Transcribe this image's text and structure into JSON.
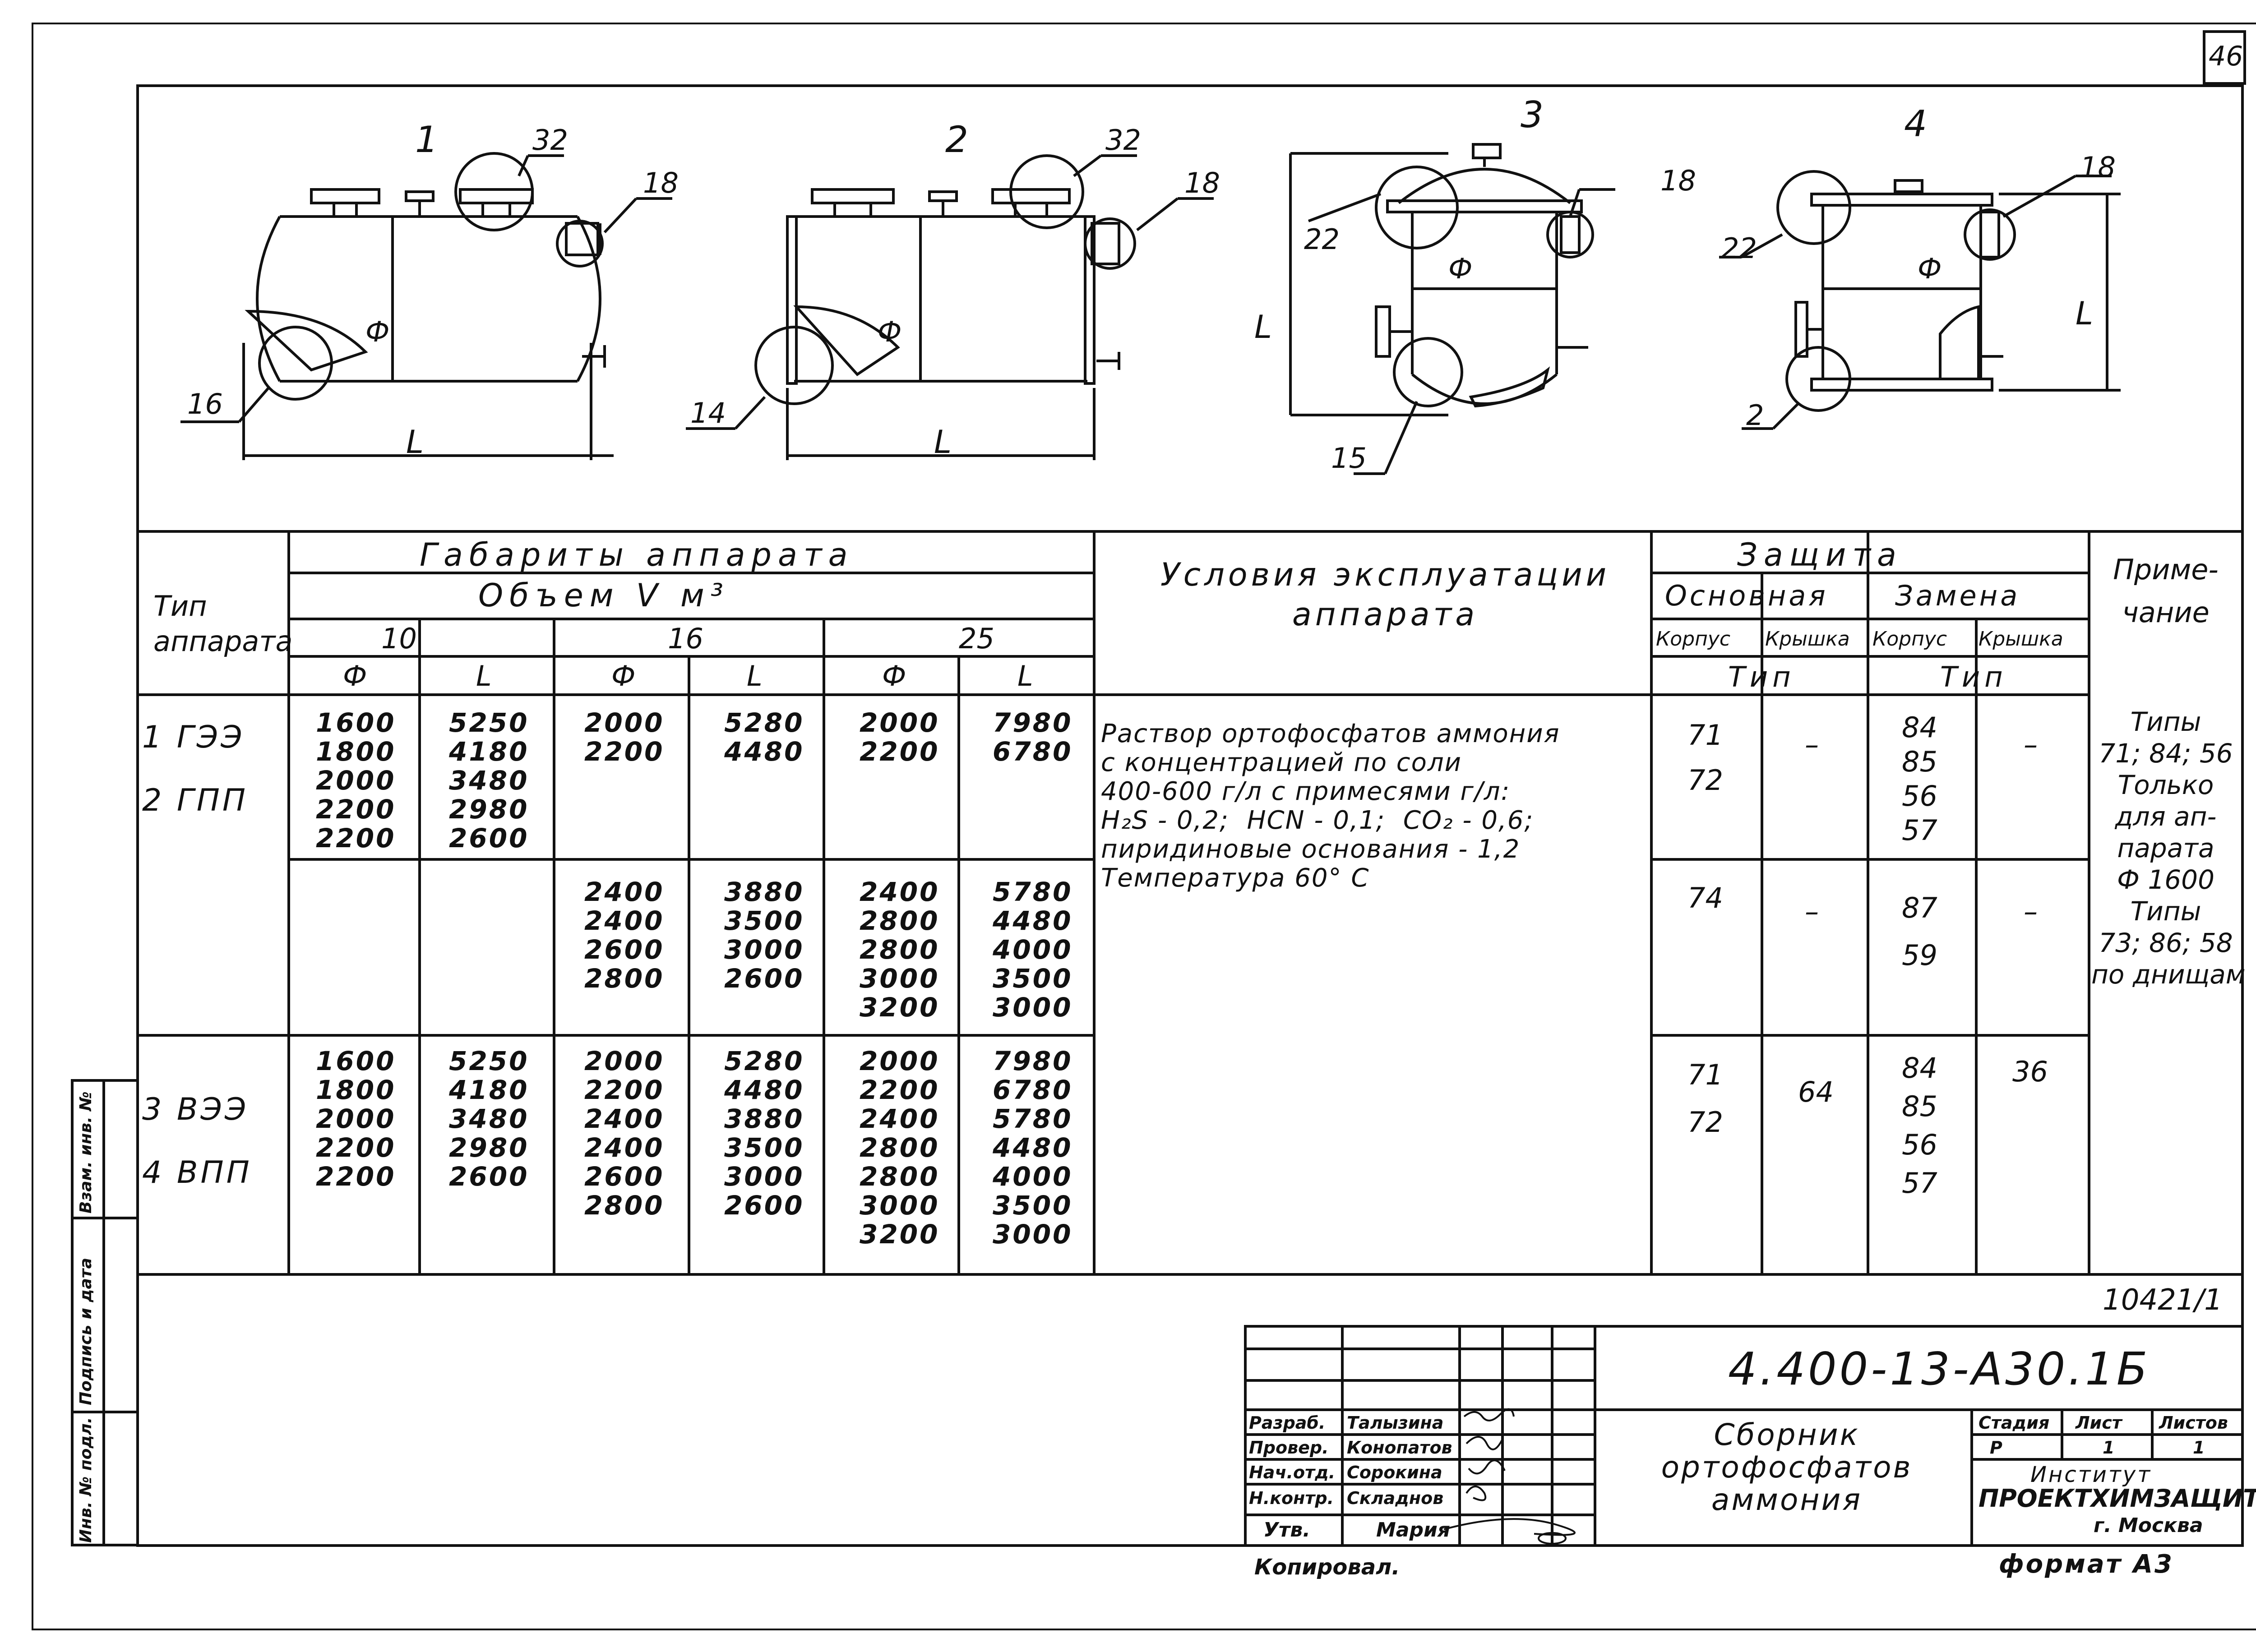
{
  "sheet_number": "46",
  "drawings": {
    "numbers": [
      "1",
      "2",
      "3",
      "4"
    ],
    "callouts": [
      "32",
      "18",
      "16",
      "32",
      "18",
      "14",
      "22",
      "18",
      "15",
      "22",
      "18",
      "2"
    ],
    "dims": [
      "L",
      "L",
      "L",
      "L"
    ],
    "phi": [
      "Ф",
      "Ф",
      "Ф",
      "Ф"
    ]
  },
  "table": {
    "header": {
      "type_label": "Тип аппарата",
      "overall": "Габариты аппарата",
      "volume": "Объем V м³",
      "v10": "10",
      "v16": "16",
      "v25": "25",
      "phi": "Ф",
      "len": "L",
      "conditions": "Условия эксплуатации аппарата",
      "protection": "Защита",
      "main": "Основная",
      "replacement": "Замена",
      "body": "Корпус",
      "lid": "Крышка",
      "type": "Тип",
      "note": "Приме- чание"
    },
    "group1": {
      "types": "1 ГЭЭ\n2 ГПП",
      "phi10": "1600\n1800\n2000\n2200\n2200",
      "l10": "5250\n4180\n3480\n2980\n2600",
      "phi16": "2000\n2200",
      "l16": "5280\n4480",
      "phi25": "2000\n2200",
      "l25": "7980\n6780",
      "main_body": "71\n72",
      "main_lid": "–",
      "rep_body": "84\n85\n56\n57",
      "rep_lid": "–"
    },
    "group2": {
      "phi16": "2400\n2400\n2600\n2800",
      "l16": "3880\n3500\n3000\n2600",
      "phi25": "2400\n2800\n2800\n3000\n3200",
      "l25": "5780\n4480\n4000\n3500\n3000",
      "main_body": "74",
      "main_lid": "–",
      "rep_body": "87\n59",
      "rep_lid": "–"
    },
    "group3": {
      "types": "3 ВЭЭ\n4 ВПП",
      "phi10": "1600\n1800\n2000\n2200\n2200",
      "l10": "5250\n4180\n3480\n2980\n2600",
      "phi16": "2000\n2200\n2400\n2400\n2600\n2800",
      "l16": "5280\n4480\n3880\n3500\n3000\n2600",
      "phi25": "2000\n2200\n2400\n2800\n2800\n3000\n3200",
      "l25": "7980\n6780\n5780\n4480\n4000\n3500\n3000",
      "main_body": "71\n72",
      "main_lid": "64",
      "rep_body": "84\n85\n56\n57",
      "rep_lid": "36"
    },
    "conditions_text": "Раствор ортофосфатов аммония\nс концентрацией по соли\n400-600 г/л с примесями г/л:\nH₂S - 0,2;  HCN - 0,1;  CO₂ - 0,6;\nпиридиновые основания - 1,2\nТемпература 60° С",
    "notes_text": "Типы\n71; 84; 56\nТолько\nдля ап-\nпарата\nФ 1600\nТипы\n73; 86; 58\nпо днищам"
  },
  "title_block": {
    "inv_number": "10421/1",
    "doc_code": "4.400-13-А30.1Б",
    "title": "Сборник\nортофосфатов\nаммония",
    "roles": [
      "Разраб.",
      "Провер.",
      "Нач.отд.",
      "Н.контр.",
      "Утв."
    ],
    "names": [
      "Талызина",
      "Конопатов",
      "Сорокина",
      "Складнов",
      "Мария"
    ],
    "stage_label": "Стадия",
    "sheet_label": "Лист",
    "sheets_label": "Листов",
    "stage": "Р",
    "sheet": "1",
    "sheets": "1",
    "institute": "Институт",
    "org": "ПРОЕКТХИМЗАЩИТА",
    "city": "г. Москва",
    "copied": "Копировал.",
    "format": "формат А3"
  },
  "side_stamp": {
    "inv_orig": "Инв. № подл.",
    "sign_date": "Подпись и дата",
    "inv_repl": "Взам. инв. №"
  }
}
